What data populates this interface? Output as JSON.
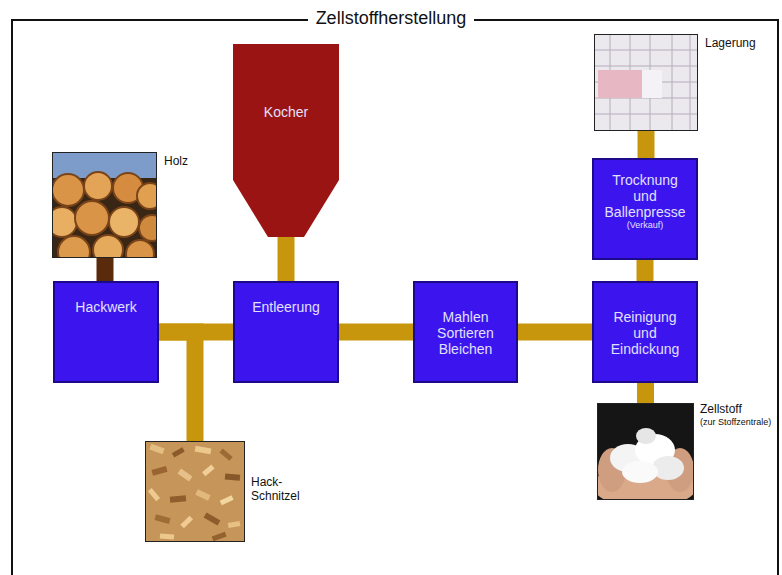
{
  "diagram": {
    "title": "Zellstoffherstellung",
    "nodes": [
      {
        "text": [
          "Kocher"
        ]
      },
      {
        "text": [
          "Lagerung"
        ]
      },
      {
        "text": [
          "Holz"
        ]
      },
      {
        "text": [
          "Trocknung und Ballenpresse",
          "(Verkauf)"
        ]
      },
      {
        "text": [
          "Hackwerk"
        ]
      },
      {
        "text": [
          "Entleerung"
        ]
      },
      {
        "text": [
          "Mahlen Sortieren Bleichen"
        ]
      },
      {
        "text": [
          "Reinigung und Eindickung"
        ]
      },
      {
        "text": [
          "Zellstoff",
          "(zur Stoffzentrale)"
        ]
      },
      {
        "text": [
          "Hack- Schnitzel"
        ]
      }
    ],
    "edges": [
      {
        "from": 2,
        "to": 4,
        "arrow": "none"
      },
      {
        "from": 4,
        "to": 5,
        "arrow": "none"
      },
      {
        "from": 4,
        "to": 9,
        "arrow": "none"
      },
      {
        "from": 0,
        "to": 5,
        "arrow": "none"
      },
      {
        "from": 5,
        "to": 6,
        "arrow": "none"
      },
      {
        "from": 6,
        "to": 7,
        "arrow": "none"
      },
      {
        "from": 7,
        "to": 3,
        "arrow": "none"
      },
      {
        "from": 3,
        "to": 1,
        "arrow": "none"
      },
      {
        "from": 7,
        "to": 8,
        "arrow": "none"
      }
    ]
  }
}
